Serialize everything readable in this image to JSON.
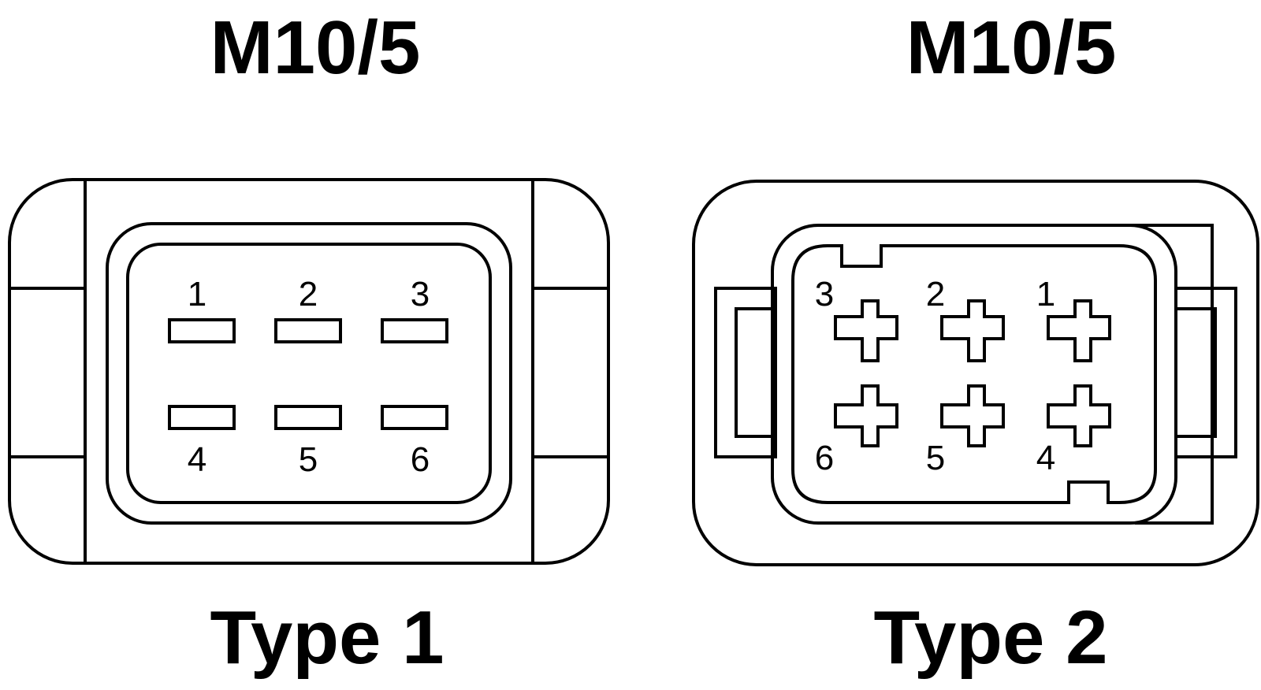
{
  "connectors": [
    {
      "title": "M10/5",
      "caption": "Type 1",
      "pins": [
        "1",
        "2",
        "3",
        "4",
        "5",
        "6"
      ]
    },
    {
      "title": "M10/5",
      "caption": "Type 2",
      "pins": [
        "3",
        "2",
        "1",
        "6",
        "5",
        "4"
      ]
    }
  ],
  "colors": {
    "stroke": "#000000",
    "background": "#ffffff"
  }
}
